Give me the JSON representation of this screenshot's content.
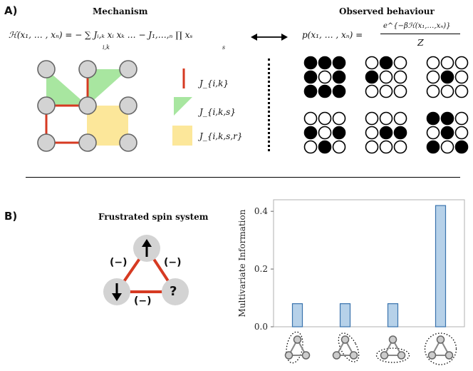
{
  "panel_a": {
    "label": "A)",
    "mechanism_title": "Mechanism",
    "observed_title": "Observed behaviour",
    "hamiltonian": "ℋ(x₁, … , xₙ) = − ∑ Jᵢ,ₖ xᵢ xₖ … − J₁,…,ₙ ∏ xₛ",
    "hamiltonian_sum_index": "i,k",
    "hamiltonian_prod_index": "s",
    "probability_lhs": "p(x₁, … , xₙ) =",
    "probability_numerator": "e^{−βℋ(x₁,…,xₙ)}",
    "probability_denominator": "Z",
    "legend": [
      {
        "key": "pairwise",
        "label": "J_{i,k}",
        "color": "#d63a22"
      },
      {
        "key": "triplet",
        "label": "J_{i,k,s}",
        "color": "#a8e6a0"
      },
      {
        "key": "quadruplet",
        "label": "J_{i,k,s,r}",
        "color": "#fce79a"
      }
    ],
    "patterns": [
      [
        [
          1,
          1,
          1
        ],
        [
          1,
          0,
          1
        ],
        [
          1,
          1,
          1
        ]
      ],
      [
        [
          0,
          1,
          0
        ],
        [
          1,
          0,
          0
        ],
        [
          0,
          0,
          0
        ]
      ],
      [
        [
          0,
          0,
          0
        ],
        [
          0,
          1,
          0
        ],
        [
          0,
          0,
          0
        ]
      ],
      [
        [
          0,
          0,
          0
        ],
        [
          1,
          0,
          1
        ],
        [
          0,
          1,
          0
        ]
      ],
      [
        [
          0,
          0,
          0
        ],
        [
          0,
          1,
          1
        ],
        [
          0,
          0,
          0
        ]
      ],
      [
        [
          1,
          1,
          0
        ],
        [
          0,
          1,
          0
        ],
        [
          1,
          0,
          1
        ]
      ]
    ]
  },
  "panel_b": {
    "label": "B)",
    "title": "Frustrated spin system",
    "edge_labels": [
      "(−)",
      "(−)",
      "(−)"
    ],
    "unknown_spin": "?",
    "colors": {
      "edge": "#d63a22",
      "node": "#d3d3d3",
      "bar_fill": "#b6d1e9",
      "bar_stroke": "#3a73ad"
    }
  },
  "chart_data": {
    "type": "bar",
    "ylabel": "Multivariate Information",
    "ylim": [
      0,
      0.44
    ],
    "yticks": [
      "0.0",
      "0.2",
      "0.4"
    ],
    "categories": [
      "pair 1–2",
      "pair 1–3",
      "pair 2–3",
      "triplet"
    ],
    "values": [
      0.08,
      0.08,
      0.08,
      0.42
    ],
    "colors": {
      "fill": "#b6d1e9",
      "stroke": "#3a73ad"
    }
  }
}
